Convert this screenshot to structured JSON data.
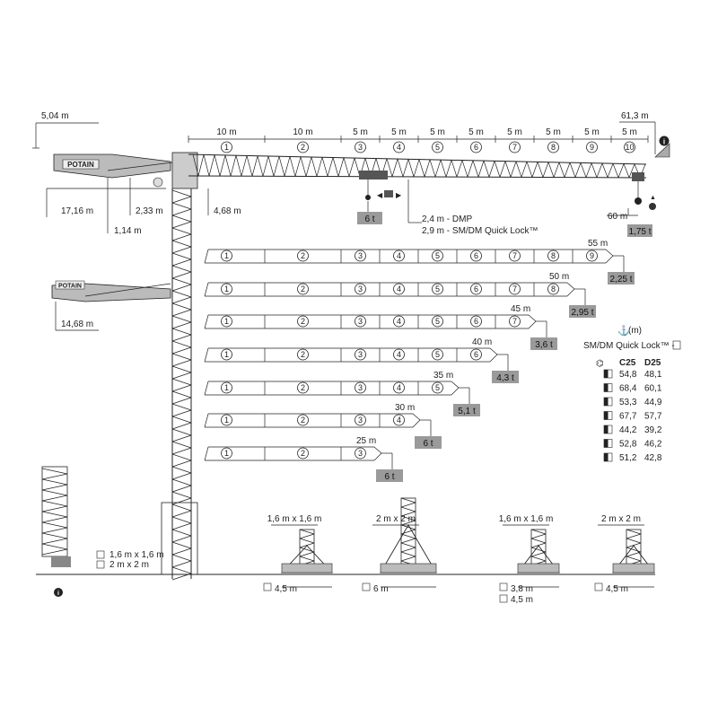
{
  "top_dims": {
    "height_504": "5,04 m",
    "jib_length": "61,3 m",
    "counter_1716": "17,16 m",
    "counter_233": "2,33 m",
    "counter_114": "1,14 m",
    "counter_468": "4,68 m",
    "counter2_1468": "14,68 m",
    "trolley_60m": "60 m"
  },
  "jib_sections": [
    {
      "num": "1",
      "len": "10 m"
    },
    {
      "num": "2",
      "len": "10 m"
    },
    {
      "num": "3",
      "len": "5 m"
    },
    {
      "num": "4",
      "len": "5 m"
    },
    {
      "num": "5",
      "len": "5 m"
    },
    {
      "num": "6",
      "len": "5 m"
    },
    {
      "num": "7",
      "len": "5 m"
    },
    {
      "num": "8",
      "len": "5 m"
    },
    {
      "num": "9",
      "len": "5 m"
    },
    {
      "num": "10",
      "len": "5 m"
    }
  ],
  "brand": "POTAIN",
  "main_loads": {
    "max_load": "6 t",
    "tip_load": "1,75 t",
    "dmp": "2,4 m - DMP",
    "sm_dm": "2,9 m - SM/DM Quick Lock™"
  },
  "configs": [
    {
      "length": "55 m",
      "load": "2,25 t",
      "sections": [
        "1",
        "2",
        "3",
        "4",
        "5",
        "6",
        "7",
        "8",
        "9"
      ]
    },
    {
      "length": "50 m",
      "load": "2,95 t",
      "sections": [
        "1",
        "2",
        "3",
        "4",
        "5",
        "6",
        "7",
        "8"
      ]
    },
    {
      "length": "45 m",
      "load": "3,6 t",
      "sections": [
        "1",
        "2",
        "3",
        "4",
        "5",
        "6",
        "7"
      ]
    },
    {
      "length": "40 m",
      "load": "4,3 t",
      "sections": [
        "1",
        "2",
        "3",
        "4",
        "5",
        "6"
      ]
    },
    {
      "length": "35 m",
      "load": "5,1 t",
      "sections": [
        "1",
        "2",
        "3",
        "4",
        "5"
      ]
    },
    {
      "length": "30 m",
      "load": "6 t",
      "sections": [
        "1",
        "2",
        "3",
        "4"
      ]
    },
    {
      "length": "25 m",
      "load": "6 t",
      "sections": [
        "1",
        "2",
        "3"
      ]
    }
  ],
  "height_table": {
    "unit": "(m)",
    "title": "SM/DM Quick Lock™ -",
    "col1": "C25",
    "col2": "D25",
    "rows": [
      {
        "icon": "half-left-square-icon",
        "c25": "54,8",
        "d25": "48,1"
      },
      {
        "icon": "bar-square-icon",
        "c25": "68,4",
        "d25": "60,1"
      },
      {
        "icon": "corner-top-left-square-icon",
        "c25": "53,3",
        "d25": "44,9"
      },
      {
        "icon": "diagonal-square-icon",
        "c25": "67,7",
        "d25": "57,7"
      },
      {
        "icon": "arrow-right-square-icon",
        "c25": "44,2",
        "d25": "39,2"
      },
      {
        "icon": "cross-square-icon",
        "c25": "52,8",
        "d25": "46,2"
      },
      {
        "icon": "corner-brackets-square-icon",
        "c25": "51,2",
        "d25": "42,8"
      }
    ]
  },
  "mast_legend": [
    {
      "icon": "half-left-square-icon",
      "label": "1,6 m x 1,6 m"
    },
    {
      "icon": "bar-square-icon",
      "label": "2 m x 2 m"
    }
  ],
  "bases": [
    {
      "top": "1,6 m x 1,6 m",
      "bottom": "4,5 m",
      "icon": "half-left-square-icon"
    },
    {
      "top": "2 m x 2 m",
      "bottom": "6 m",
      "icon": "diagonal-square-icon"
    },
    {
      "top": "1,6 m x 1,6 m",
      "bottom": "3,8 m",
      "bottom2": "4,5 m",
      "icon": "arrow-right-square-icon",
      "icon2": "cross-square-icon"
    },
    {
      "top": "2 m x 2 m",
      "bottom": "4,5 m",
      "icon": "corner-brackets-square-icon"
    }
  ]
}
